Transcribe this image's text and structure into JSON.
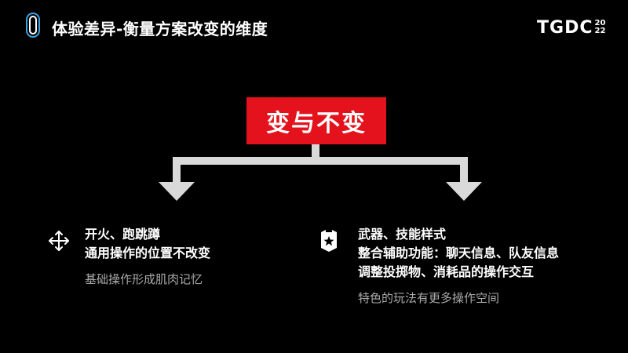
{
  "header": {
    "title": "体验差异-衡量方案改变的维度",
    "brand_text": "TGDC",
    "brand_year_top": "20",
    "brand_year_bottom": "22"
  },
  "center": {
    "label": "变与不变"
  },
  "left": {
    "icon": "move-arrows-icon",
    "lines": [
      "开火、跑跳蹲",
      "通用操作的位置不改变"
    ],
    "note": "基础操作形成肌肉记忆"
  },
  "right": {
    "icon": "shield-star-icon",
    "lines": [
      "武器、技能样式",
      "整合辅助功能：聊天信息、队友信息",
      "调整投掷物、消耗品的操作交互"
    ],
    "note": "特色的玩法有更多操作空间"
  },
  "colors": {
    "background": "#000000",
    "accent_red": "#e4121c",
    "arrow_gray": "#d9d9d9",
    "note_gray": "#a9a9a9",
    "logo_blue": "#3aa3e8"
  }
}
